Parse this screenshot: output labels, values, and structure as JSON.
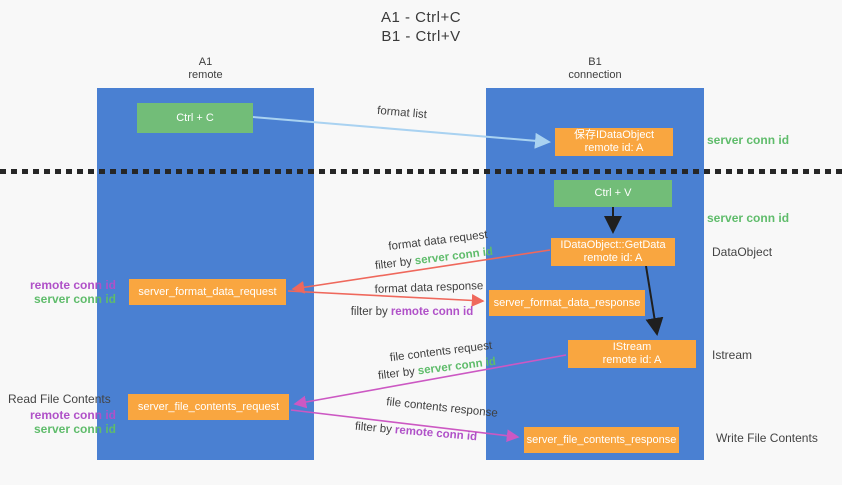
{
  "title": {
    "line1": "A1 - Ctrl+C",
    "line2": "B1 - Ctrl+V"
  },
  "lanes": {
    "left": {
      "name": "A1",
      "role": "remote"
    },
    "right": {
      "name": "B1",
      "role": "connection"
    }
  },
  "nodes": {
    "ctrl_c": "Ctrl + C",
    "ctrl_v": "Ctrl + V",
    "save_idataobject": {
      "line1": "保存IDataObject",
      "line2": "remote id: A"
    },
    "getdata": {
      "line1": "IDataObject::GetData",
      "line2": "remote id: A"
    },
    "istream": {
      "line1": "IStream",
      "line2": "remote id: A"
    },
    "format_request": "server_format_data_request",
    "format_response": "server_format_data_response",
    "file_request": "server_file_contents_request",
    "file_response": "server_file_contents_response"
  },
  "arrow_labels": {
    "format_list": "format list",
    "format_data_request": "format data request",
    "format_data_response": "format data response",
    "file_contents_request": "file contents request",
    "file_contents_response": "file contents response",
    "filter_by": "filter by",
    "server_conn_id": "server conn id",
    "remote_conn_id": "remote conn id"
  },
  "side_labels": {
    "server_conn_id_top": "server conn id",
    "server_conn_id_mid": "server conn id",
    "dataobject": "DataObject",
    "istream": "Istream",
    "read_file_contents": "Read File Contents",
    "write_file_contents": "Write File Contents",
    "remote_conn_id": "remote conn id",
    "server_conn_id": "server conn id"
  },
  "colors": {
    "lane_blue": "#4a80d2",
    "box_green": "#72bd78",
    "box_orange": "#f9a640",
    "arrow_red": "#ef685c",
    "arrow_pink": "#cc58c3",
    "arrow_lightblue": "#a9d2f1",
    "arrow_black": "#1f1f1f",
    "text_green": "#5fbc6b",
    "text_purple": "#b051c8",
    "text_dark": "#3f3f3f"
  }
}
